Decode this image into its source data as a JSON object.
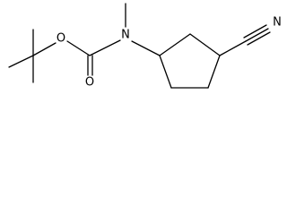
{
  "molecule": {
    "atoms": {
      "carbonyl_oxygen": "O",
      "ester_oxygen": "O",
      "amine_nitrogen": "N",
      "nitrile_nitrogen": "N"
    }
  }
}
